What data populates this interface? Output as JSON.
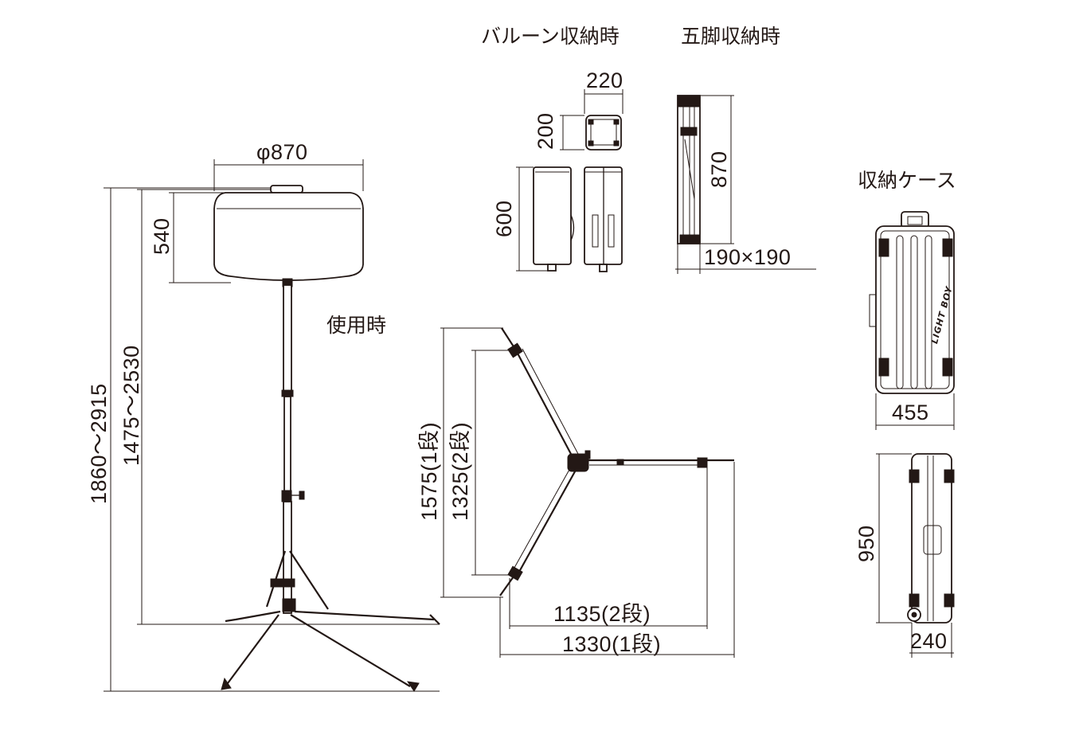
{
  "captions": {
    "in_use": "使用時",
    "balloon_stored": "バルーン収納時",
    "tripod_stored": "五脚収納時",
    "case": "収納ケース"
  },
  "dimensions": {
    "balloon_diameter": "φ870",
    "balloon_height": "540",
    "total_height": "1860～2915",
    "pole_height": "1475～2530",
    "packed_width": "220",
    "packed_depth": "200",
    "packed_height": "600",
    "tripod_folded_height": "870",
    "tripod_folded_footprint": "190×190",
    "leg_1_stage_height": "1575(1段)",
    "leg_2_stage_height": "1325(2段)",
    "leg_2_stage_span": "1135(2段)",
    "leg_1_stage_span": "1330(1段)",
    "case_width": "455",
    "case_length": "950",
    "case_depth": "240"
  },
  "case_logo": "LIGHT BOY"
}
